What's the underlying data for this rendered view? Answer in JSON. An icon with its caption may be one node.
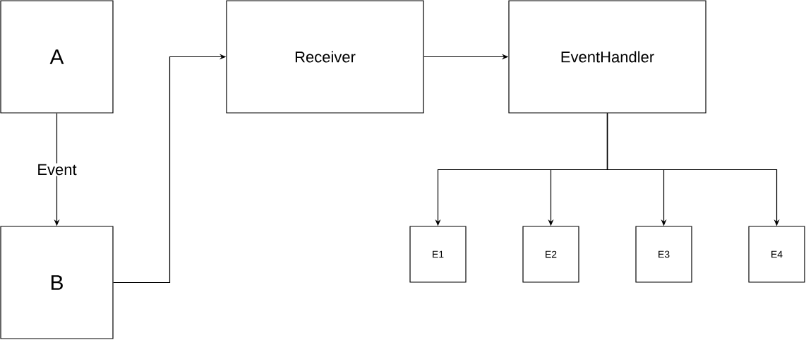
{
  "diagram": {
    "nodes": [
      {
        "text": [
          "A"
        ]
      },
      {
        "text": [
          "B"
        ]
      },
      {
        "text": [
          "Receiver"
        ]
      },
      {
        "text": [
          "EventHandler"
        ]
      },
      {
        "text": [
          "E1"
        ]
      },
      {
        "text": [
          "E2"
        ]
      },
      {
        "text": [
          "E3"
        ]
      },
      {
        "text": [
          "E4"
        ]
      }
    ],
    "edges": [
      {
        "from": 0,
        "to": 1,
        "arrow": "to",
        "label": "Event"
      },
      {
        "from": 1,
        "to": 2,
        "arrow": "to"
      },
      {
        "from": 2,
        "to": 3,
        "arrow": "to"
      },
      {
        "from": 3,
        "to": 4,
        "arrow": "to"
      },
      {
        "from": 3,
        "to": 5,
        "arrow": "to"
      },
      {
        "from": 3,
        "to": 6,
        "arrow": "to"
      },
      {
        "from": 3,
        "to": 7,
        "arrow": "to"
      }
    ]
  }
}
